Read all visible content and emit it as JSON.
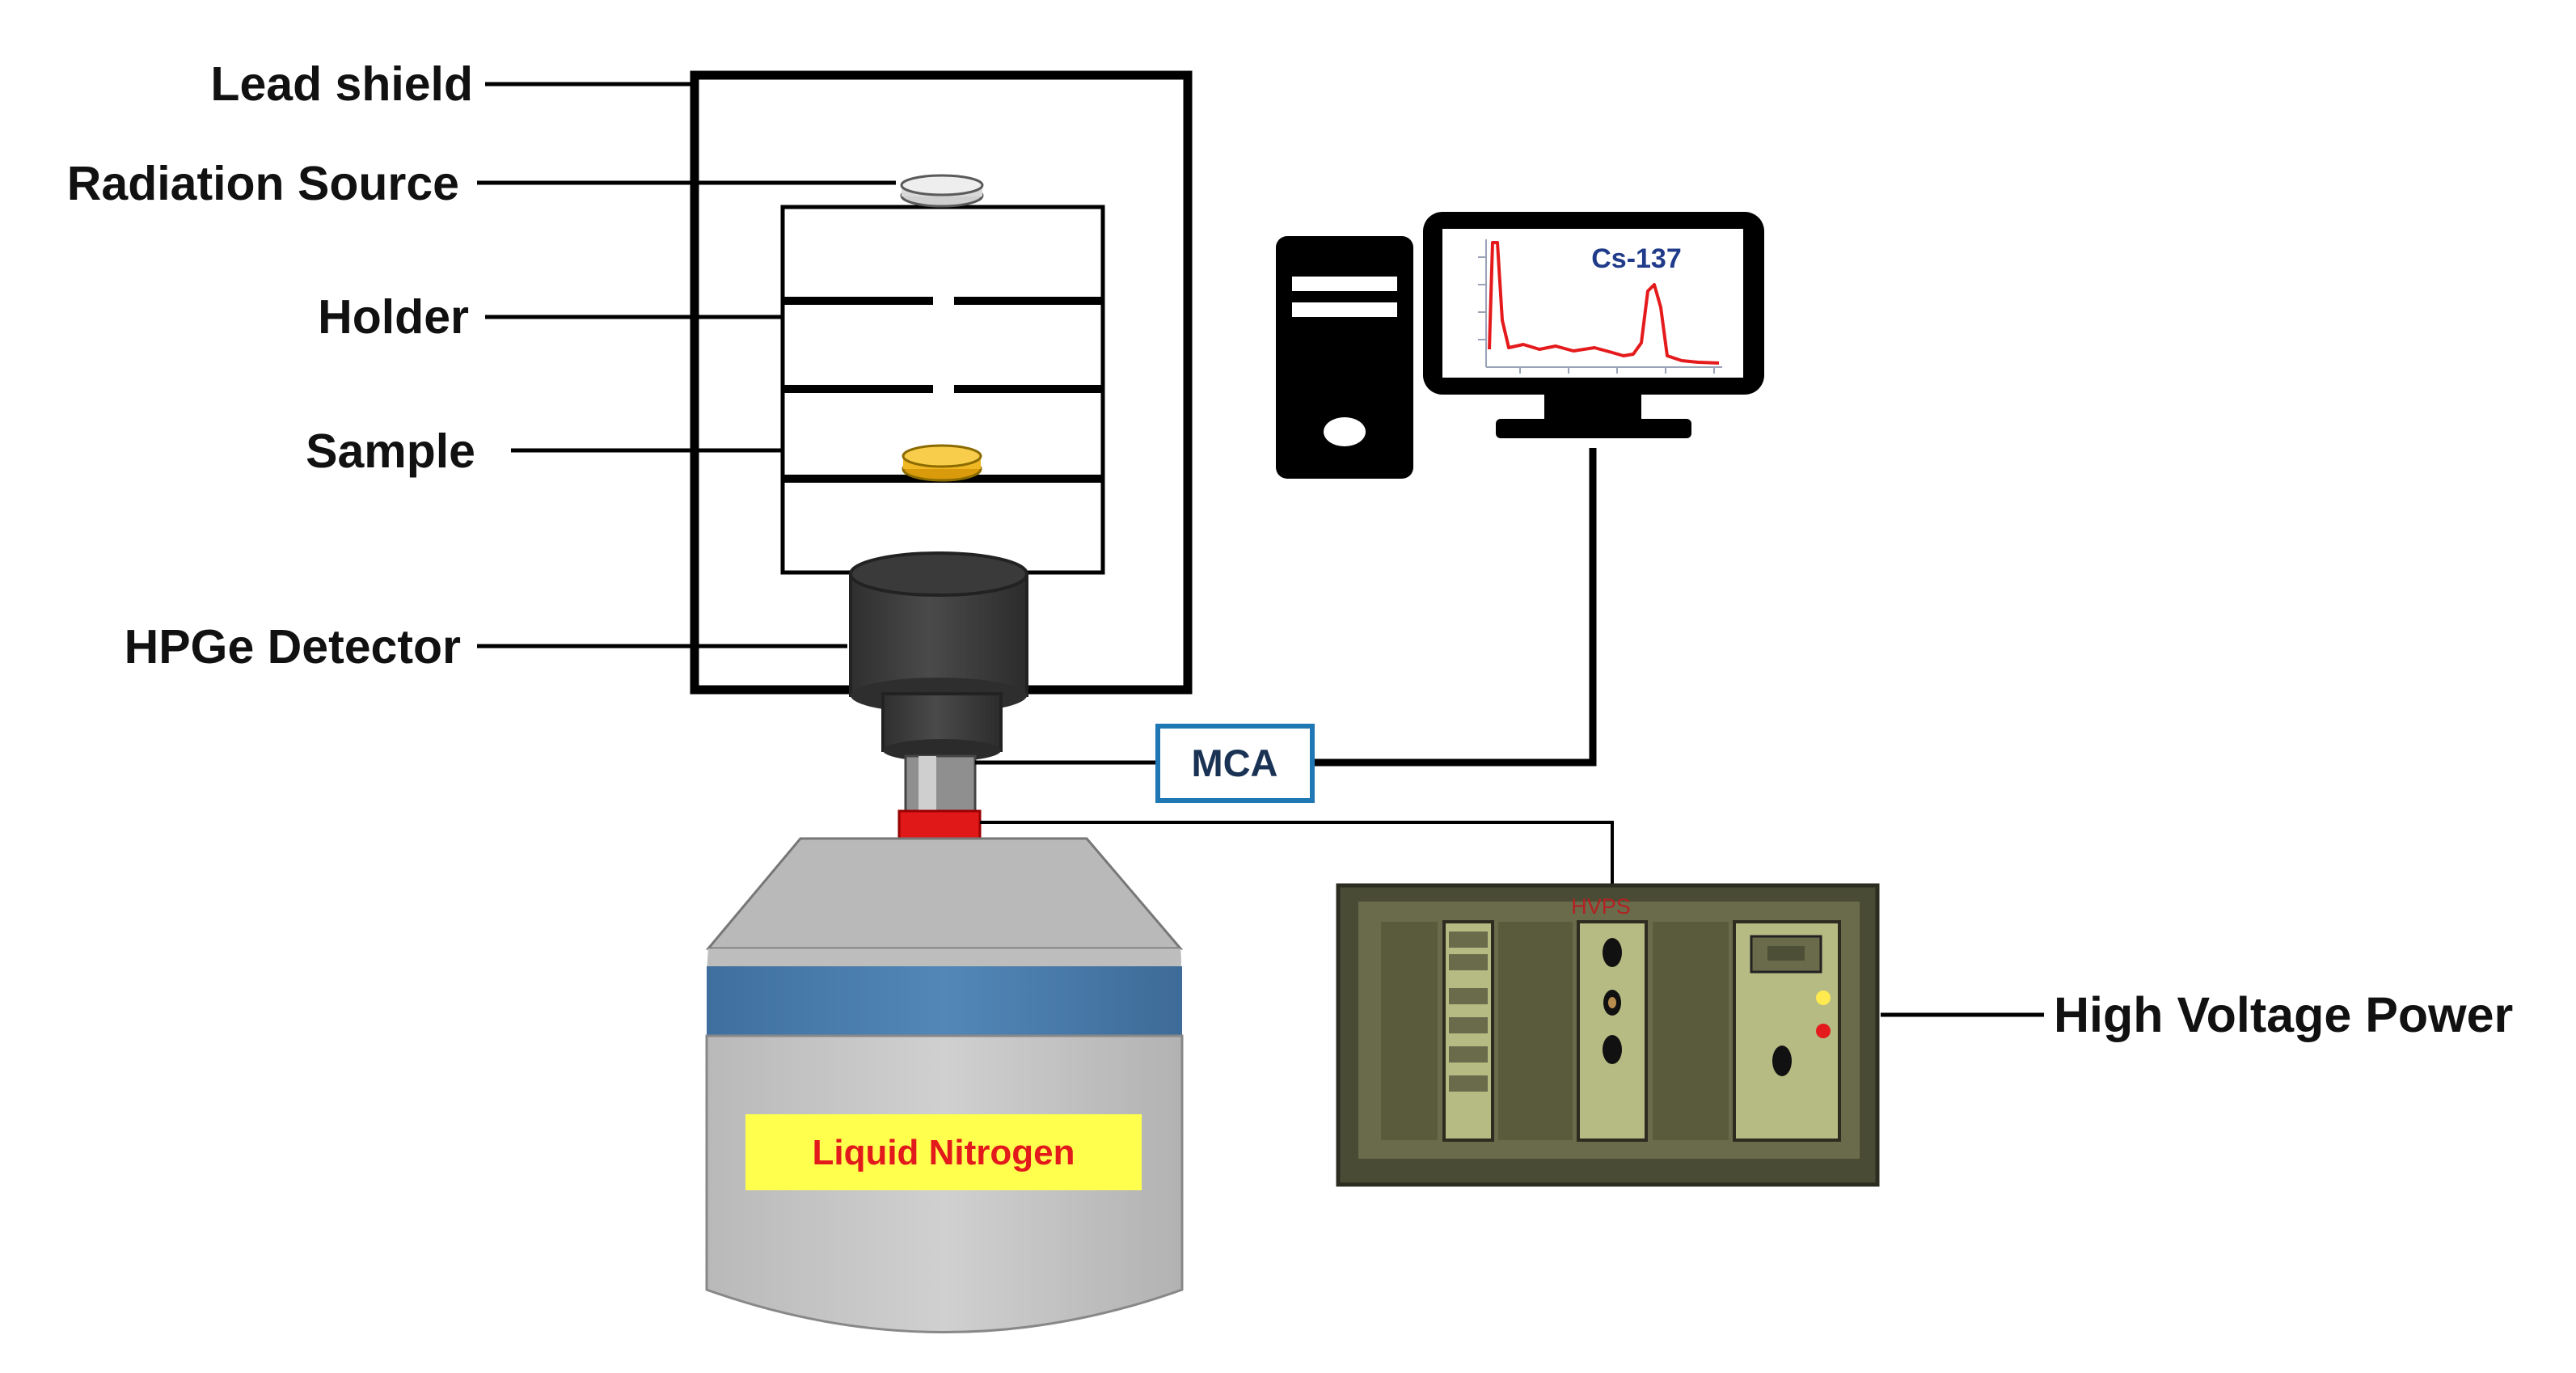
{
  "labels": {
    "lead_shield": "Lead shield",
    "radiation_source": "Radiation Source",
    "holder": "Holder",
    "sample": "Sample",
    "hpge_detector": "HPGe Detector",
    "mca": "MCA",
    "high_voltage_power": "High Voltage Power",
    "liquid_nitrogen": "Liquid Nitrogen",
    "monitor_spectrum": "Cs-137",
    "hvps_panel": "HVPS"
  },
  "colors": {
    "outline": "#000000",
    "source_disc": "#e6e6e6",
    "sample_disc": "#f2bd1e",
    "detector_dark": "#3a3a3a",
    "nitrogen_band": "#4d7fb0",
    "nitrogen_body": "#c9c9c9",
    "nitrogen_label_bg": "#ffff4d",
    "nitrogen_label_text": "#e31a1c",
    "mca_border": "#1f77b4",
    "hvps_body": "#b6bb83",
    "hvps_dark": "#474832",
    "monitor_spectrum_line": "#e41a1c",
    "monitor_label": "#1f3b8a"
  },
  "icons": {
    "computer_tower": "computer-tower-icon",
    "monitor": "monitor-icon",
    "detector": "hpge-detector-icon",
    "dewar": "liquid-nitrogen-dewar-icon"
  }
}
